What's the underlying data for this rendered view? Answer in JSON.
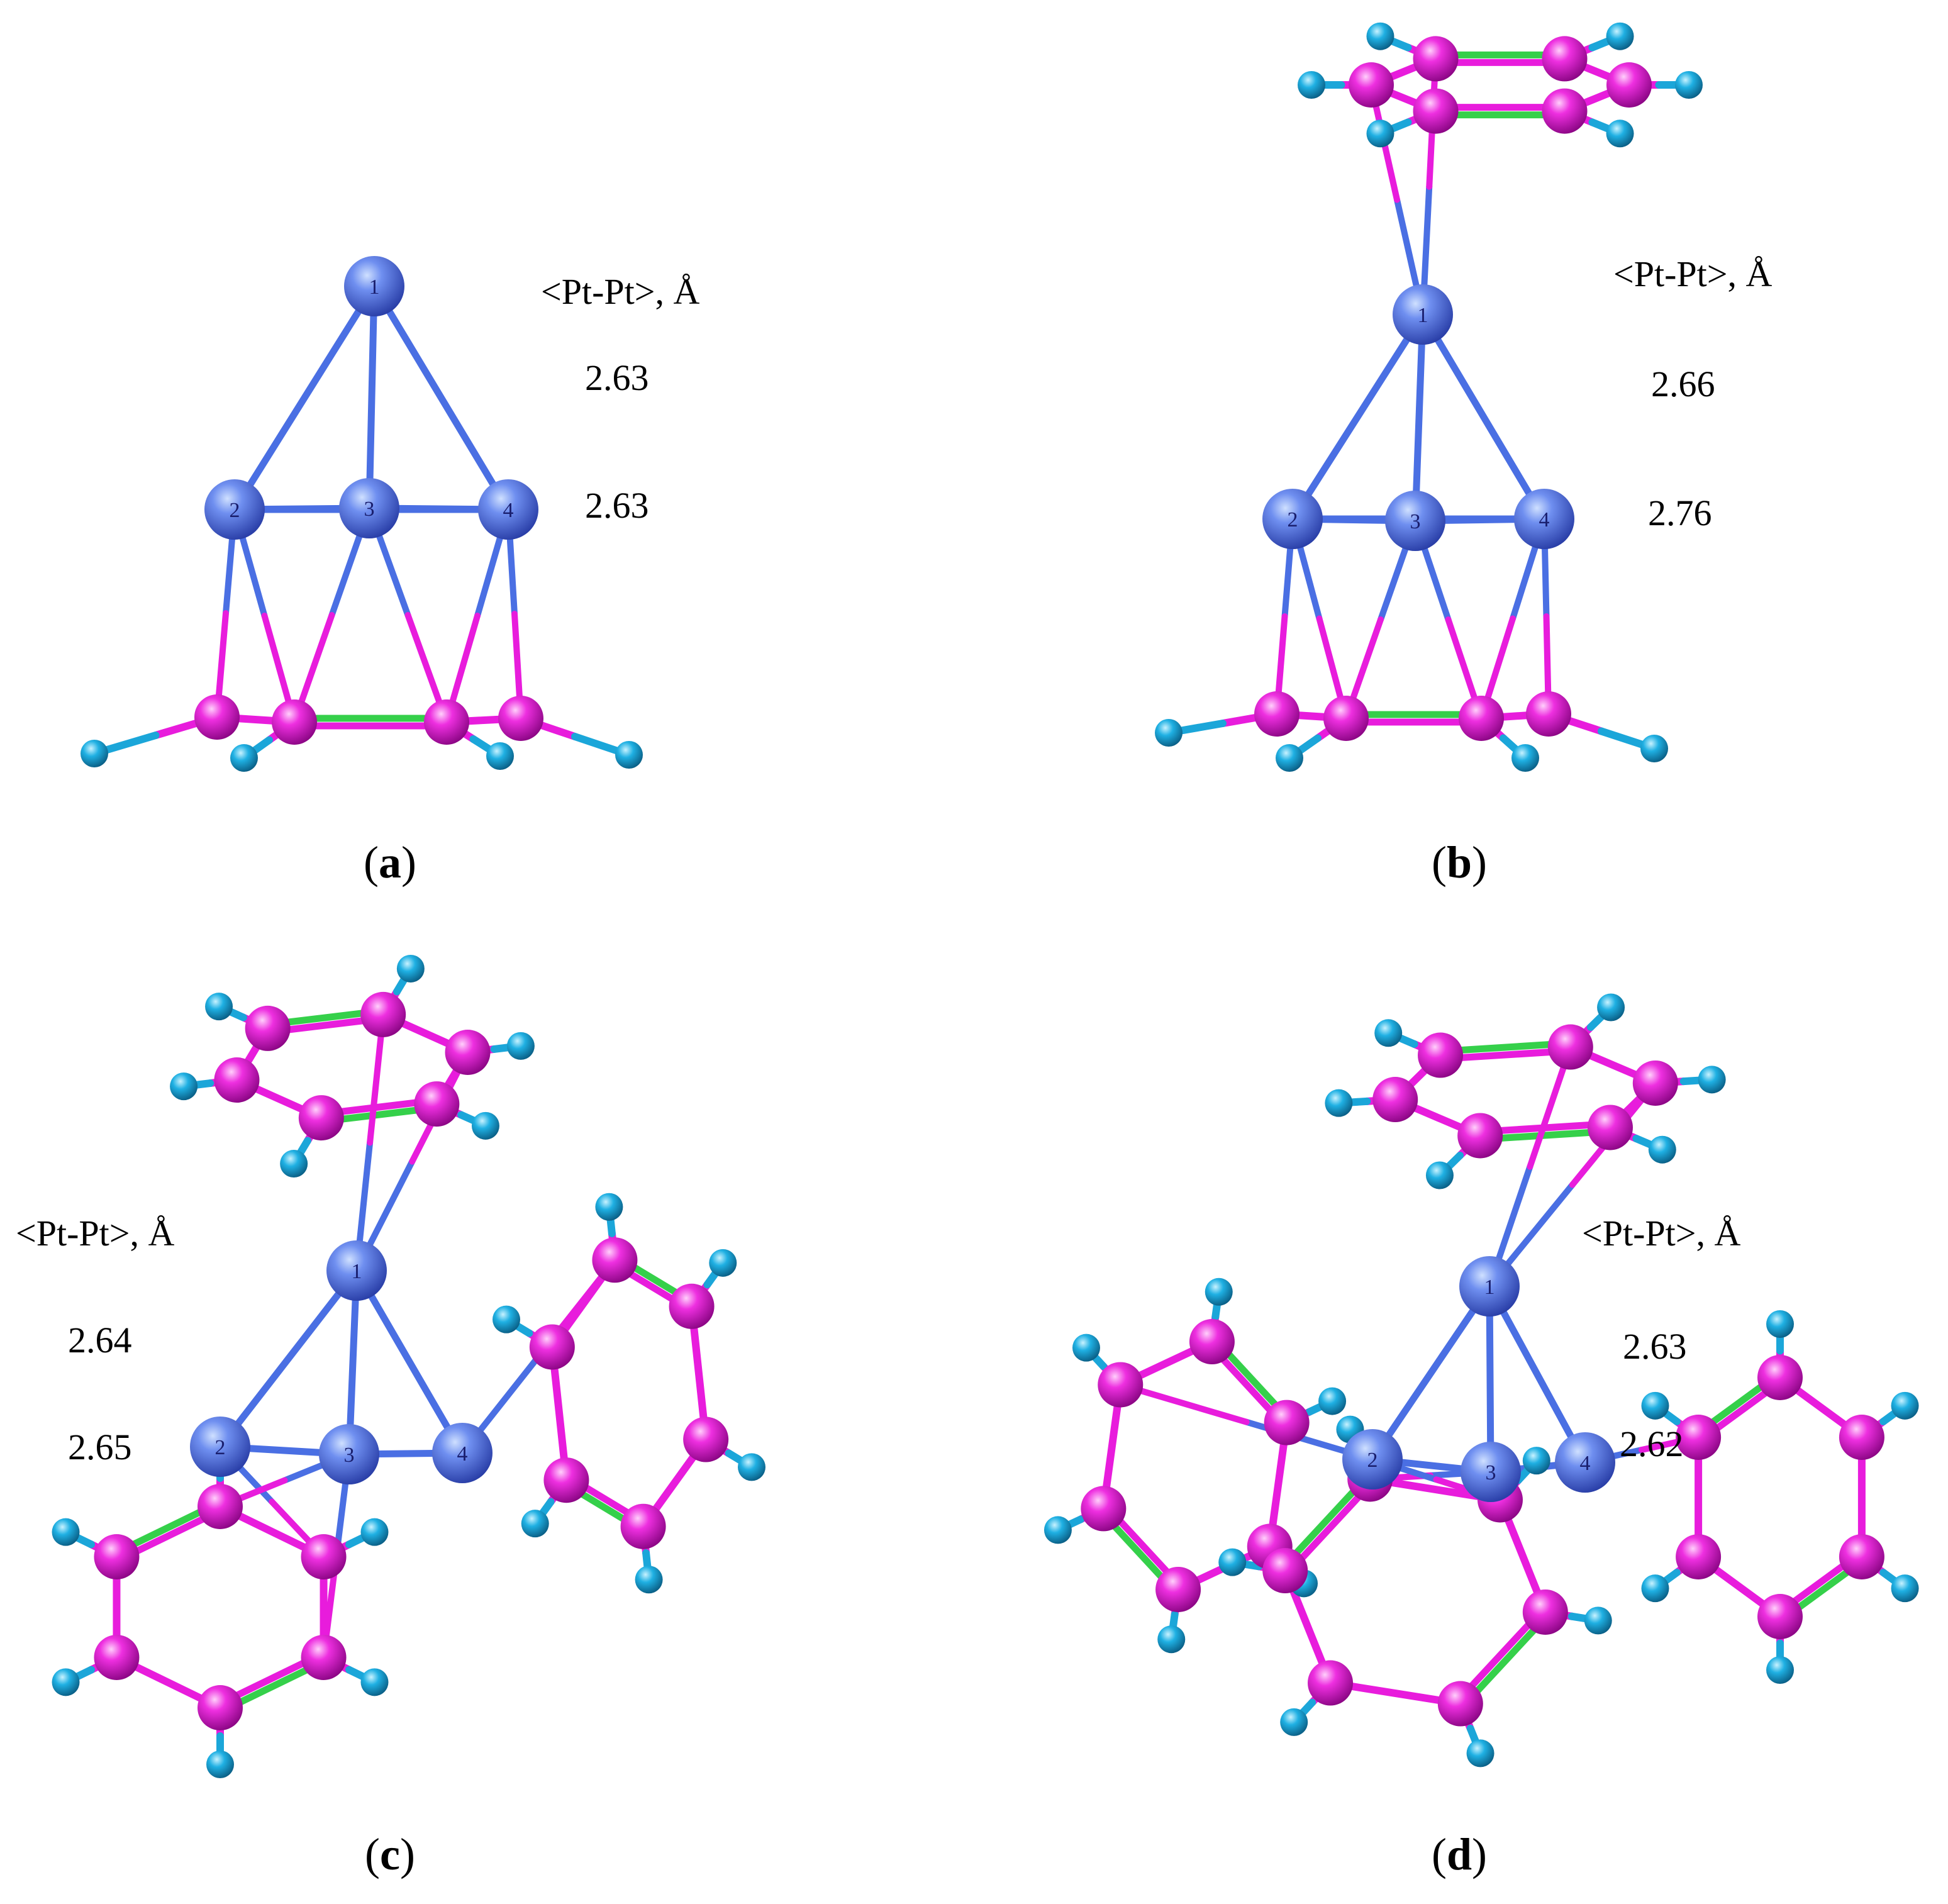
{
  "colors": {
    "pt": "#4a6fe3",
    "c": "#e81cdc",
    "h": "#1ba6d9",
    "double_bond": "#35d04a",
    "background": "#ffffff"
  },
  "panels": [
    {
      "caption_open": "(",
      "caption_letter": "a",
      "caption_close": ")",
      "legend_title": "<Pt-Pt>, Å",
      "values": [
        "2.63",
        "2.63"
      ],
      "pt_atom_numbers": [
        "1",
        "2",
        "3",
        "4"
      ]
    },
    {
      "caption_open": "(",
      "caption_letter": "b",
      "caption_close": ")",
      "legend_title": "<Pt-Pt>, Å",
      "values": [
        "2.66",
        "2.76"
      ],
      "pt_atom_numbers": [
        "1",
        "2",
        "3",
        "4"
      ]
    },
    {
      "caption_open": "(",
      "caption_letter": "c",
      "caption_close": ")",
      "legend_title": "<Pt-Pt>, Å",
      "values": [
        "2.64",
        "2.65"
      ],
      "pt_atom_numbers": [
        "1",
        "2",
        "3",
        "4"
      ]
    },
    {
      "caption_open": "(",
      "caption_letter": "d",
      "caption_close": ")",
      "legend_title": "<Pt-Pt>, Å",
      "values": [
        "2.63",
        "2.62"
      ],
      "pt_atom_numbers": [
        "1",
        "2",
        "3",
        "4"
      ]
    }
  ]
}
